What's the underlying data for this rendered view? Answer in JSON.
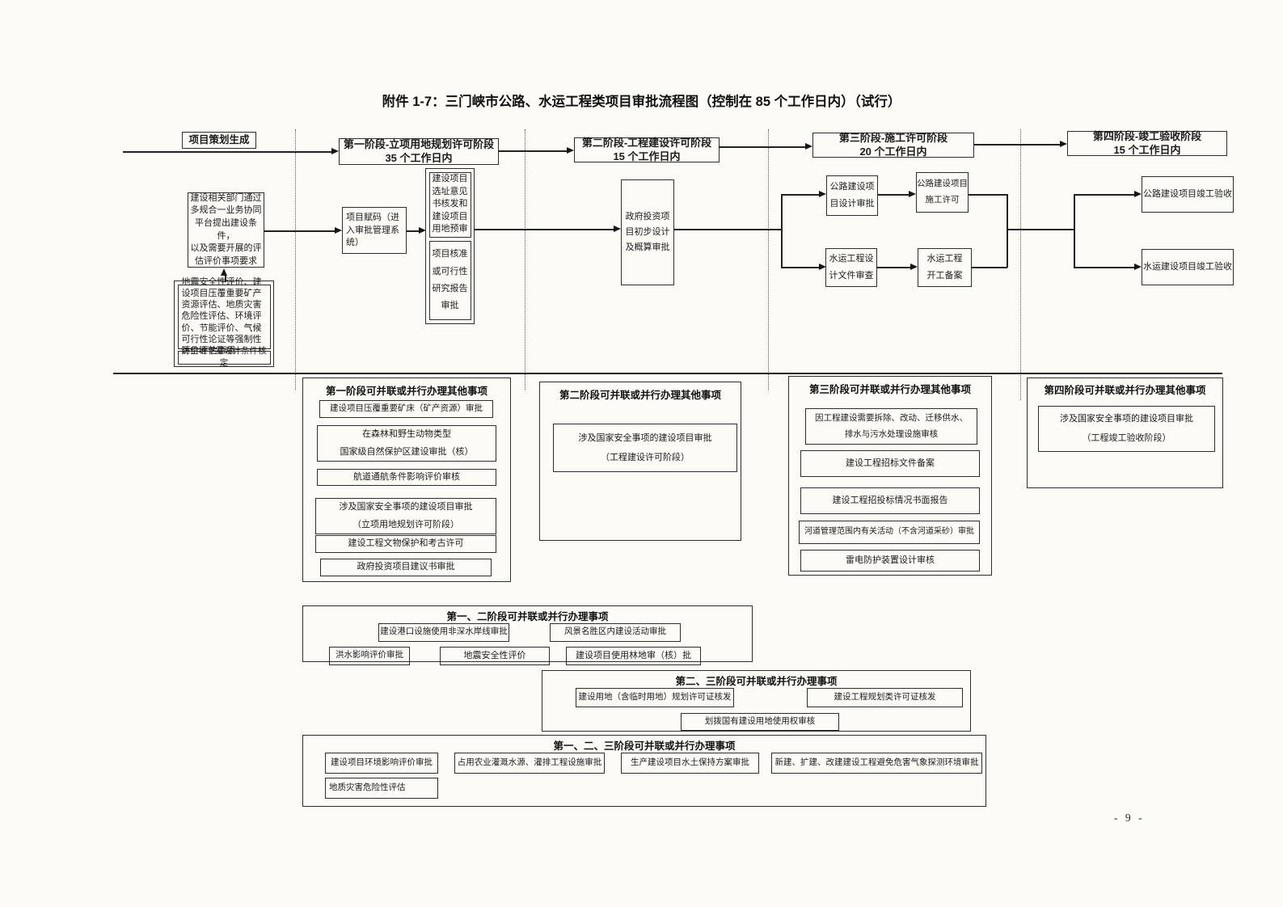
{
  "document": {
    "title": "附件 1-7：三门峡市公路、水运工程类项目审批流程图（控制在 85 个工作日内）（试行）",
    "page_number": "- 9 -"
  },
  "flow": {
    "start": "项目策划生成",
    "stage1": "第一阶段-立项用地规划许可阶段\n35 个工作日内",
    "stage2": "第二阶段-工程建设许可阶段\n15 个工作日内",
    "stage3": "第三阶段-施工许可阶段\n20 个工作日内",
    "stage4": "第四阶段-竣工验收阶段\n15 个工作日内",
    "conditions": "建设相关部门通过\n多规合一业务协同\n平台提出建设条件，\n以及需要开展的评\n估评价事项要求",
    "evaluation": "地震安全性评价、建设项目压覆重要矿产资源评估、地质灾害危险性评估、环境评价、节能评价、气候可行性论证等强制性评价评估事项",
    "air_defense": "防空地下室设计条件核定",
    "coding": "项目赋码（进\n入审批管理系\n统）",
    "siting": "建设项目\n选址意见\n书核发和\n建设项目\n用地预审",
    "approval": "项目核准\n或可行性\n研究报告\n审批",
    "preliminary": "政府投资项\n目初步设计\n及概算审批",
    "highway_design": "公路建设项\n目设计审批",
    "highway_permit": "公路建设项目\n施工许可",
    "waterway_design": "水运工程设\n计文件审查",
    "waterway_start": "水运工程\n开工备案",
    "highway_acceptance": "公路建设项目竣工验收",
    "waterway_acceptance": "水运建设项目竣工验收"
  },
  "sections": {
    "s1": {
      "title": "第一阶段可并联或并行办理其他事项",
      "items": [
        "建设项目压覆重要矿床（矿产资源）审批",
        "在森林和野生动物类型\n国家级自然保护区建设审批（核）",
        "航道通航条件影响评价审核",
        "涉及国家安全事项的建设项目审批\n（立项用地规划许可阶段）",
        "建设工程文物保护和考古许可",
        "政府投资项目建议书审批"
      ]
    },
    "s2": {
      "title": "第二阶段可并联或并行办理其他事项",
      "items": [
        "涉及国家安全事项的建设项目审批\n（工程建设许可阶段）"
      ]
    },
    "s3": {
      "title": "第三阶段可并联或并行办理其他事项",
      "items": [
        "因工程建设需要拆除、改动、迁移供水、\n排水与污水处理设施审核",
        "建设工程招标文件备案",
        "建设工程招投标情况书面报告",
        "河道管理范围内有关活动（不含河道采砂）审批",
        "雷电防护装置设计审核"
      ]
    },
    "s4": {
      "title": "第四阶段可并联或并行办理其他事项",
      "items": [
        "涉及国家安全事项的建设项目审批\n（工程竣工验收阶段）"
      ]
    },
    "s12": {
      "title": "第一、二阶段可并联或并行办理事项",
      "items": [
        "建设港口设施使用非深水岸线审批",
        "风景名胜区内建设活动审批",
        "洪水影响评价审批",
        "地震安全性评价",
        "建设项目使用林地审（核）批"
      ]
    },
    "s23": {
      "title": "第二、三阶段可并联或并行办理事项",
      "items": [
        "建设用地（含临时用地）规划许可证核发",
        "建设工程规划类许可证核发",
        "划拨国有建设用地使用权审核"
      ]
    },
    "s123": {
      "title": "第一、二、三阶段可并联或并行办理事项",
      "items": [
        "建设项目环境影响评价审批",
        "占用农业灌溉水源、灌排工程设施审批",
        "生产建设项目水土保持方案审批",
        "新建、扩建、改建建设工程避免危害气象探测环境审批",
        "地质灾害危险性评估"
      ]
    }
  }
}
